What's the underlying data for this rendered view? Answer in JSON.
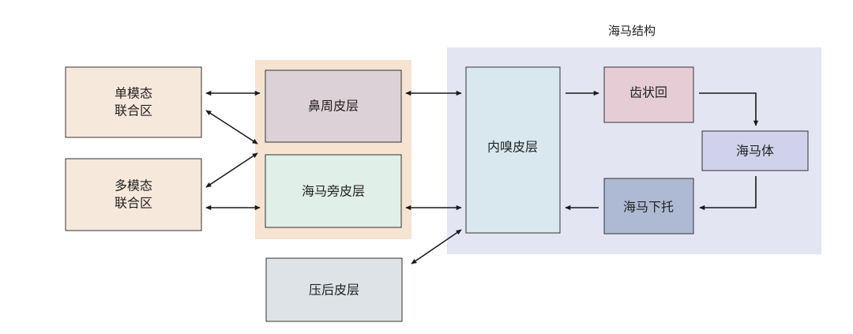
{
  "groups": {
    "hippocampus": {
      "label": "海马结构",
      "color": "#e4e5f3"
    },
    "parahippocampal": {
      "color": "#f6e3d2"
    }
  },
  "nodes": {
    "unimodal": {
      "lines": [
        "单模态",
        "联合区"
      ],
      "color": "#f7e8dc"
    },
    "multimodal": {
      "lines": [
        "多模态",
        "联合区"
      ],
      "color": "#f7e8dc"
    },
    "perirhinal": {
      "lines": [
        "鼻周皮层"
      ],
      "color": "#dcd1d6"
    },
    "parahippo_cortex": {
      "lines": [
        "海马旁皮层"
      ],
      "color": "#e0efe7"
    },
    "postrhinal": {
      "lines": [
        "压后皮层"
      ],
      "color": "#dde3e6"
    },
    "entorhinal": {
      "lines": [
        "内嗅皮层"
      ],
      "color": "#d9e8ef"
    },
    "dentate": {
      "lines": [
        "齿状回"
      ],
      "color": "#e6cdd5"
    },
    "hippocampus_proper": {
      "lines": [
        "海马体"
      ],
      "color": "#cfd2ea"
    },
    "subiculum": {
      "lines": [
        "海马下托"
      ],
      "color": "#aebad3"
    }
  },
  "colors": {
    "stroke": "#333333",
    "arrow": "#1a1a1a",
    "text": "#222222"
  }
}
